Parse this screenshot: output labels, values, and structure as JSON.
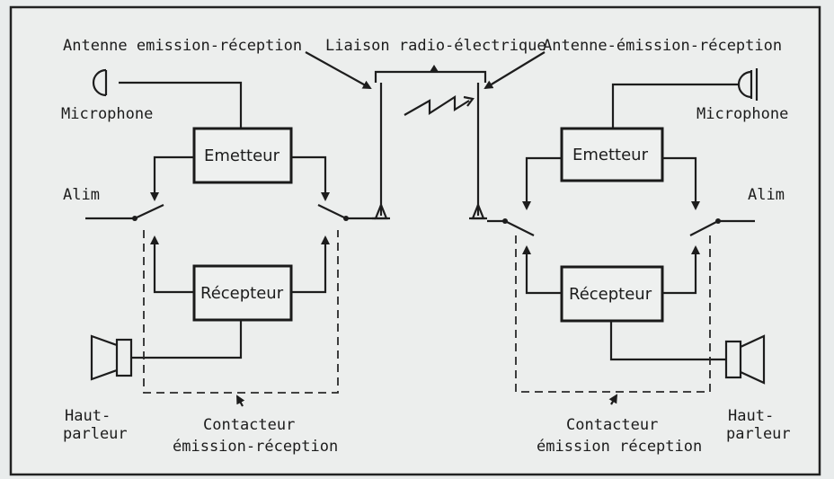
{
  "labels": {
    "antenna_left": "Antenne emission-réception",
    "radio_link": "Liaison radio-électrique",
    "antenna_right": "Antenne-émission-réception",
    "microphone_left": "Microphone",
    "microphone_right": "Microphone",
    "emitter_left": "Emetteur",
    "emitter_right": "Emetteur",
    "receiver_left": "Récepteur",
    "receiver_right": "Récepteur",
    "alim_left": "Alim",
    "alim_right": "Alim",
    "speaker_left_1": "Haut-",
    "speaker_left_2": "parleur",
    "speaker_right_1": "Haut-",
    "speaker_right_2": "parleur",
    "contactor_left_1": "Contacteur",
    "contactor_left_2": "émission-réception",
    "contactor_right_1": "Contacteur",
    "contactor_right_2": "émission réception"
  }
}
